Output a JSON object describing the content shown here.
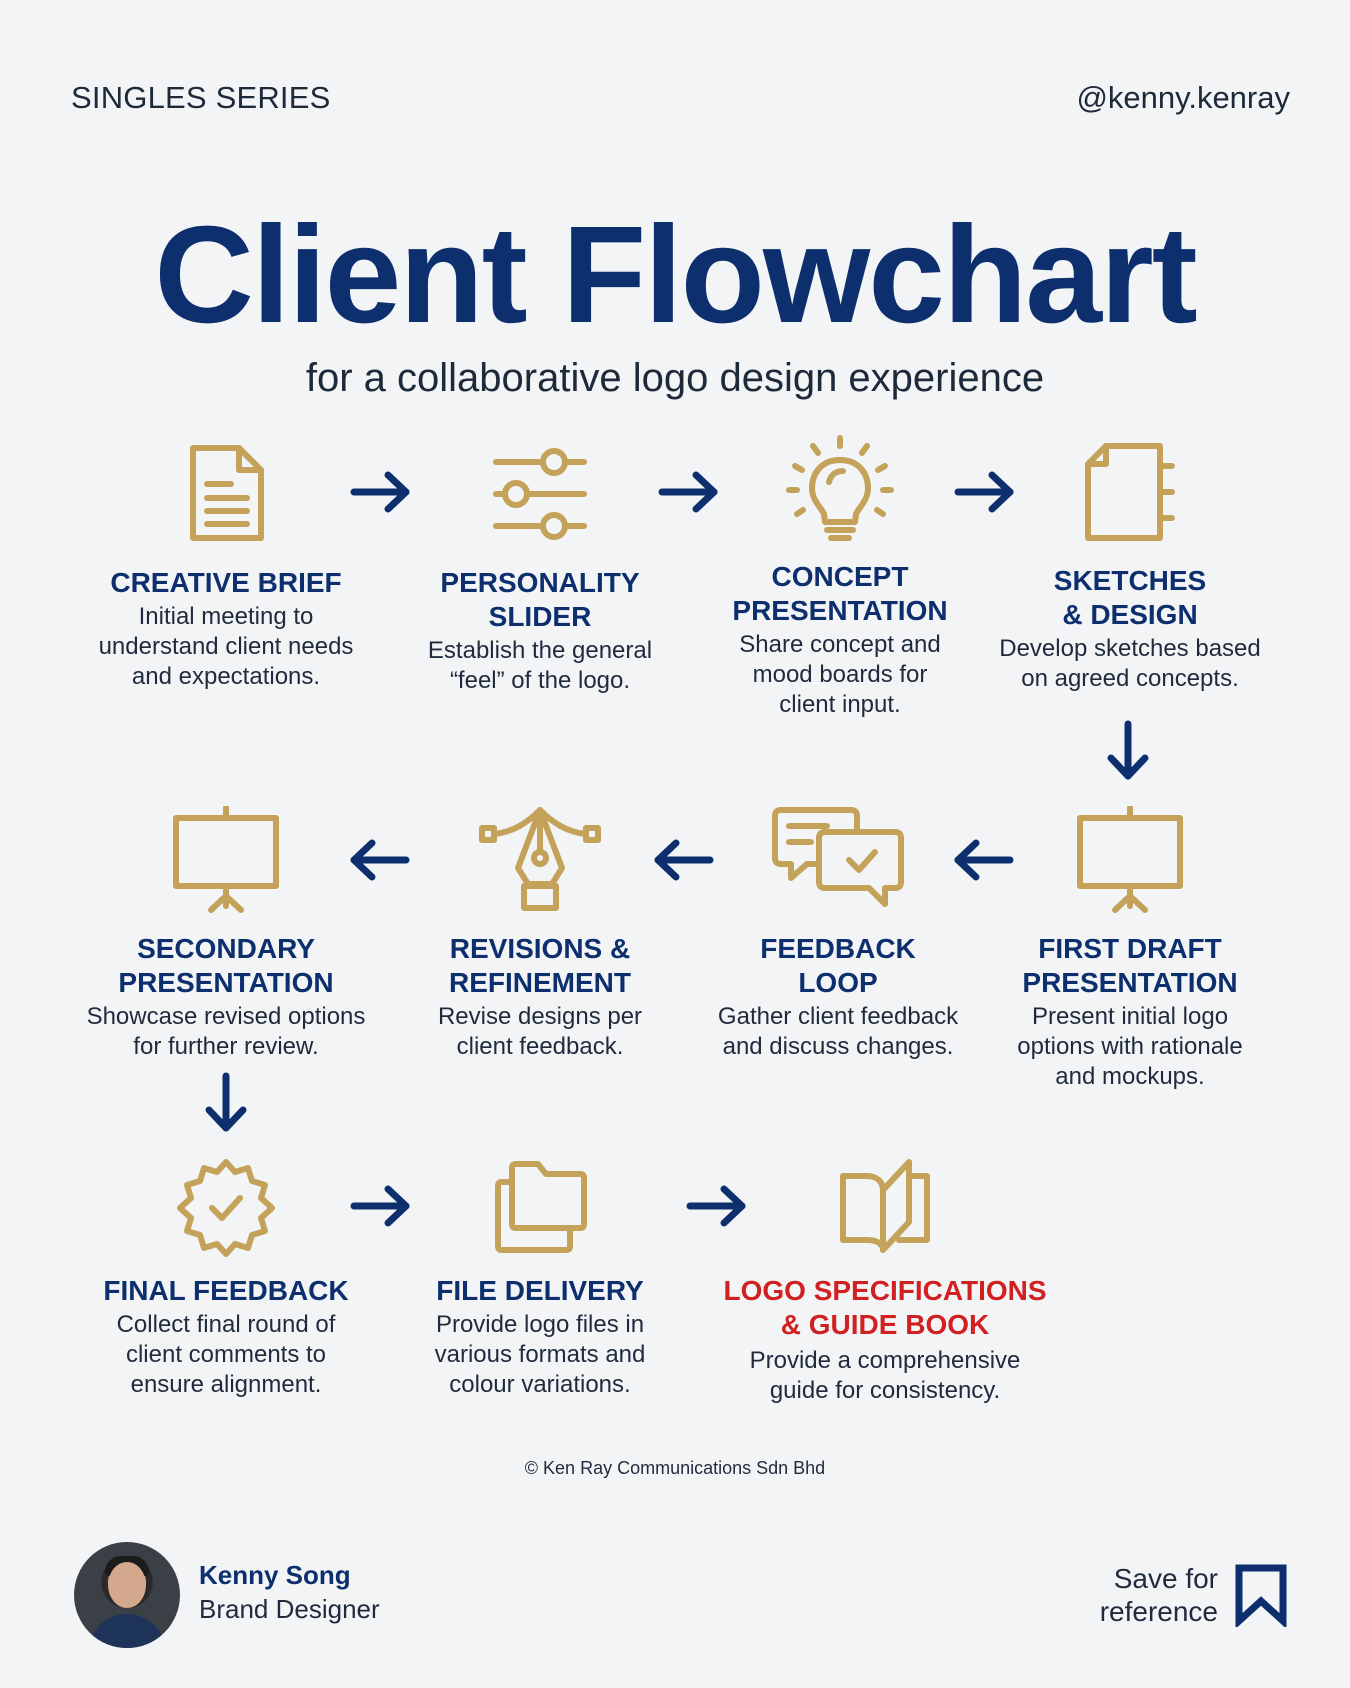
{
  "header": {
    "series": "SINGLES SERIES",
    "handle": "@kenny.kenray"
  },
  "title": "Client Flowchart",
  "subtitle": "for a collaborative logo design experience",
  "steps": [
    {
      "title": "CREATIVE BRIEF",
      "desc": "Initial meeting to understand client needs and expectations.",
      "icon": "document-icon"
    },
    {
      "title": "PERSONALITY SLIDER",
      "desc": "Establish the general “feel” of the logo.",
      "icon": "sliders-icon"
    },
    {
      "title": "CONCEPT PRESENTATION",
      "desc": "Share concept and mood boards for client input.",
      "icon": "lightbulb-icon"
    },
    {
      "title": "SKETCHES & DESIGN",
      "desc": "Develop sketches based on agreed concepts.",
      "icon": "notebook-icon"
    },
    {
      "title": "FIRST DRAFT PRESENTATION",
      "desc": "Present initial logo options with rationale and mockups.",
      "icon": "presentation-board-icon"
    },
    {
      "title": "FEEDBACK LOOP",
      "desc": "Gather client feedback and discuss changes.",
      "icon": "chat-bubbles-icon"
    },
    {
      "title": "REVISIONS & REFINEMENT",
      "desc": "Revise designs per client feedback.",
      "icon": "pen-tool-icon"
    },
    {
      "title": "SECONDARY PRESENTATION",
      "desc": "Showcase revised options for further review.",
      "icon": "presentation-board-icon"
    },
    {
      "title": "FINAL FEEDBACK",
      "desc": "Collect final round of client comments to ensure alignment.",
      "icon": "check-badge-icon"
    },
    {
      "title": "FILE DELIVERY",
      "desc": "Provide logo files in various formats and colour variations.",
      "icon": "folders-icon"
    },
    {
      "title": "LOGO SPECIFICATIONS & GUIDE BOOK",
      "desc": "Provide a comprehensive guide for consistency.",
      "icon": "book-icon"
    }
  ],
  "copyright": "© Ken Ray Communications Sdn Bhd",
  "author": {
    "name": "Kenny Song",
    "role": "Brand Designer"
  },
  "save": {
    "line1": "Save for",
    "line2": "reference"
  },
  "colors": {
    "navy": "#0d2f6e",
    "gold": "#c4a25a",
    "red": "#d12021",
    "background": "#f3f4f6"
  }
}
